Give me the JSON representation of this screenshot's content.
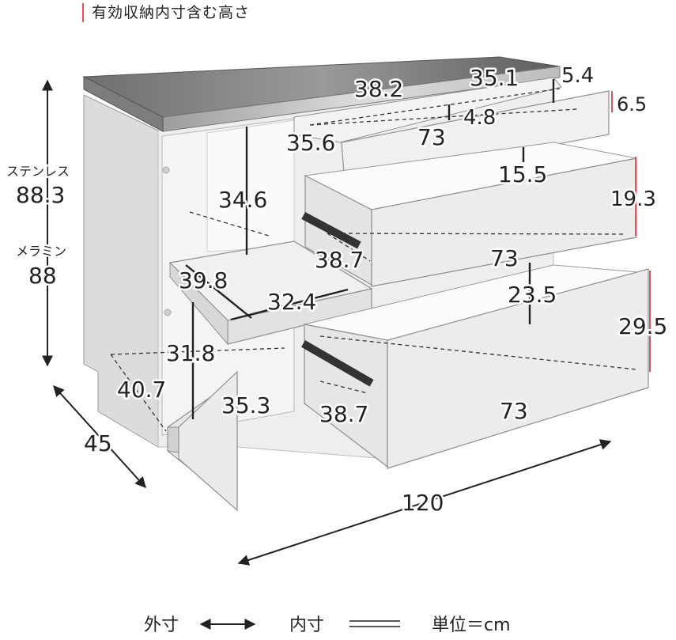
{
  "caption": "有効収納内寸含む高さ",
  "colors": {
    "accent_red": "#e0525e",
    "line": "#222222",
    "top_steel": "#8e8e8e",
    "cabinet_side": "#dedede",
    "cabinet_front": "#eeeeee",
    "interior": "#f7f7f7"
  },
  "height": {
    "stainless_label": "ステンレス",
    "stainless_value": "88.3",
    "melamine_label": "メラミン",
    "melamine_value": "88"
  },
  "outer": {
    "depth": "45",
    "width": "120"
  },
  "left_cabinet": {
    "upper_inner_height": "34.6",
    "shelf_width": "39.8",
    "shelf_depth": "32.4",
    "lower_inner_height": "31.8",
    "bottom_width": "40.7",
    "bottom_depth": "35.3"
  },
  "top_drawer": {
    "inner_width": "38.2",
    "inner_depth": "35.1",
    "front_offset": "5.4",
    "inner_height": "4.8",
    "effective_height": "6.5",
    "front_width": "73",
    "left_depth": "35.6"
  },
  "middle_drawer": {
    "inner_height": "15.5",
    "effective_height": "19.3",
    "inner_depth": "38.7",
    "front_width": "73"
  },
  "bottom_drawer": {
    "inner_height": "23.5",
    "effective_height": "29.5",
    "inner_depth": "38.7",
    "front_width": "73"
  },
  "legend": {
    "outer_label": "外寸",
    "inner_label": "内寸",
    "unit_label": "単位＝cm"
  }
}
